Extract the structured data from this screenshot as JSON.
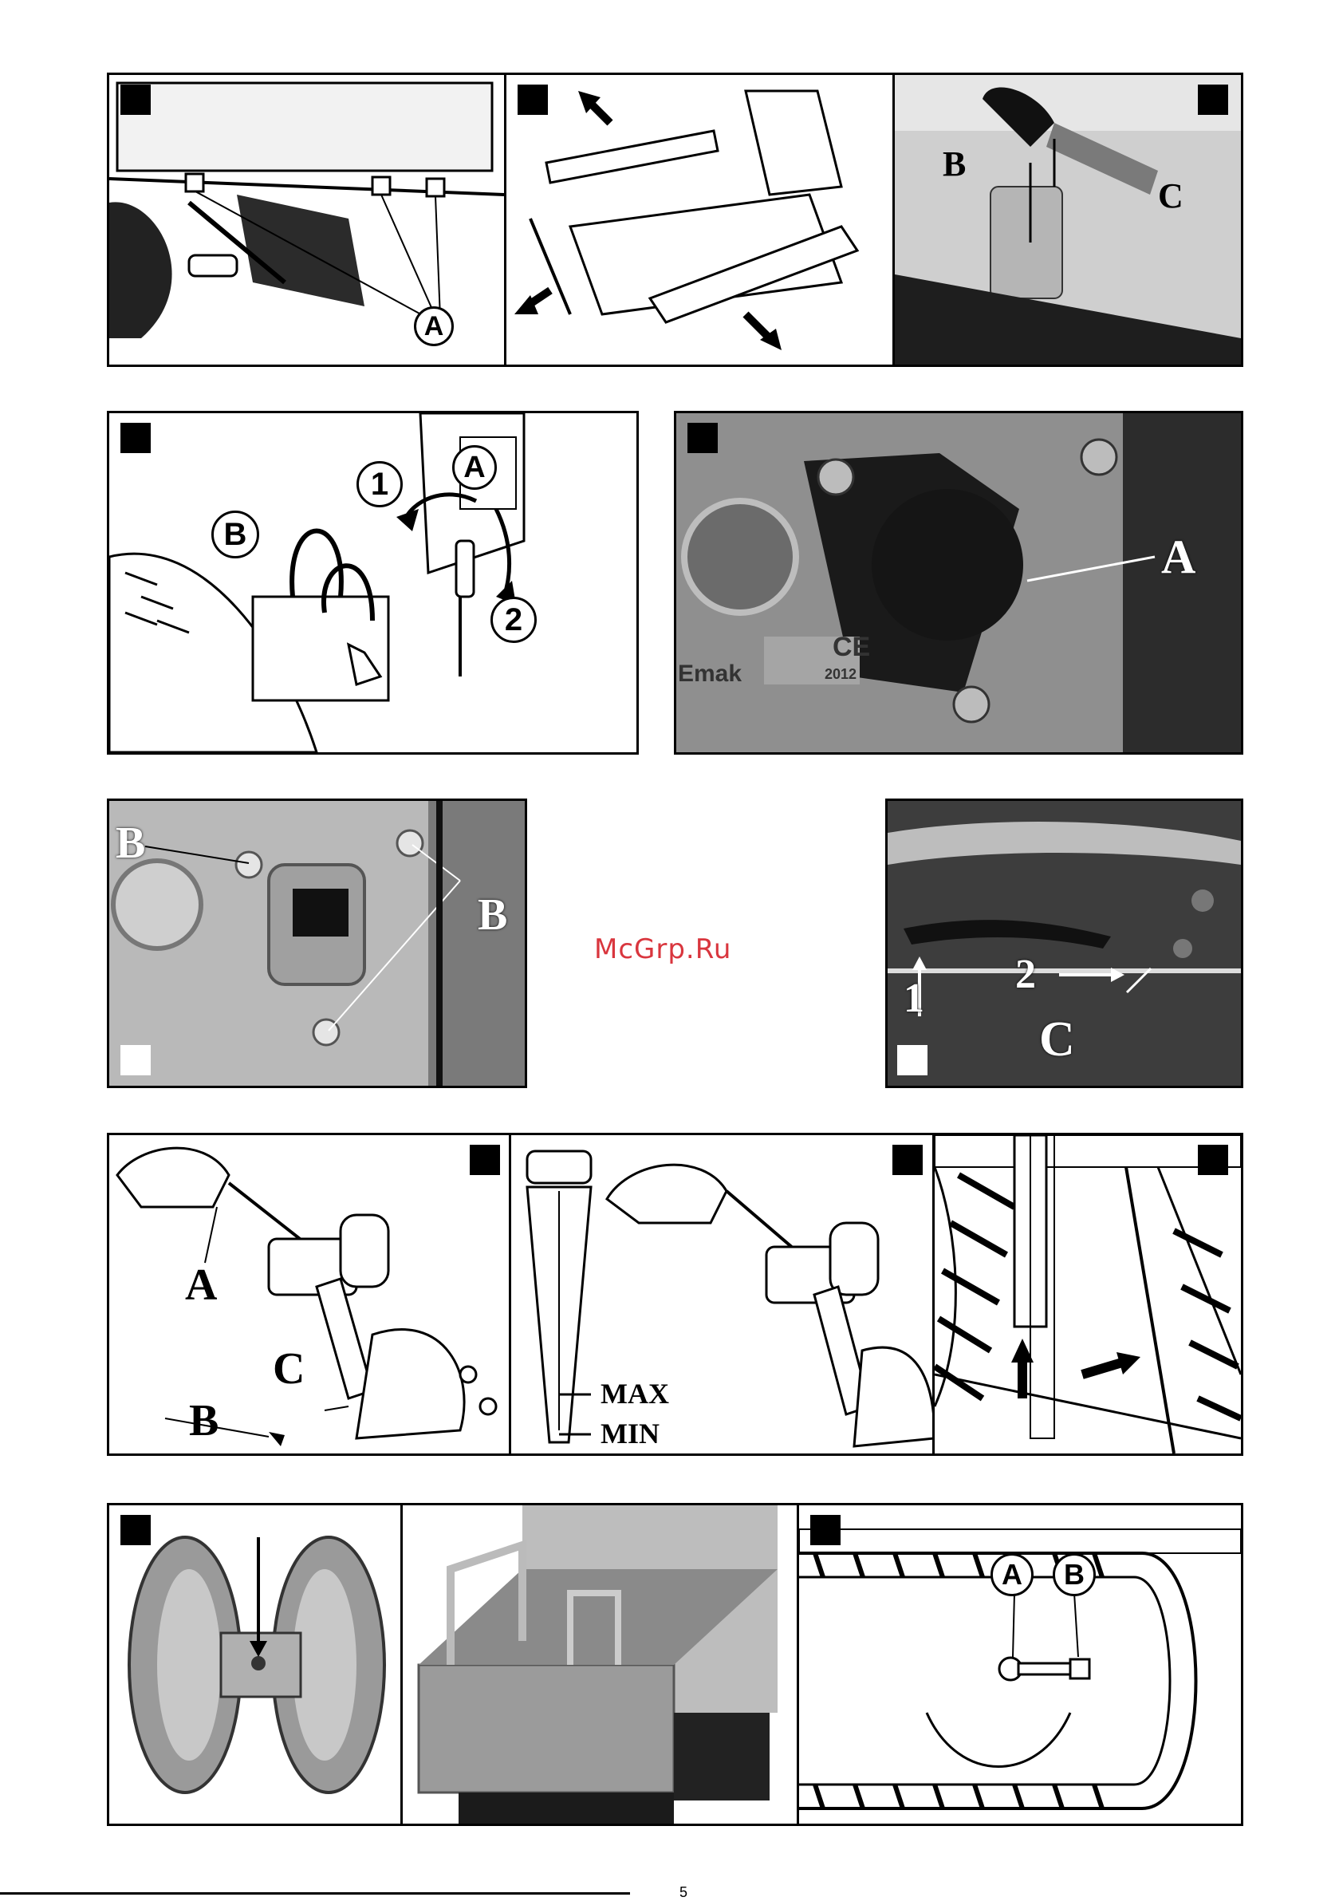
{
  "watermark": "McGrp.Ru",
  "figures": {
    "row1": {
      "p1": {
        "labels": [
          "A"
        ]
      },
      "p3": {
        "labels": [
          "B",
          "C"
        ]
      }
    },
    "row2": {
      "p1": {
        "labels": [
          "A",
          "B",
          "1",
          "2"
        ]
      },
      "p2": {
        "labels": [
          "A"
        ],
        "brand": "Emak",
        "mark": "CE",
        "year": "2012"
      }
    },
    "row3": {
      "p1": {
        "labels": [
          "B",
          "B"
        ]
      },
      "p2": {
        "labels": [
          "1",
          "2",
          "C"
        ]
      }
    },
    "row4": {
      "p1": {
        "labels": [
          "A",
          "B",
          "C"
        ]
      },
      "p2": {
        "max": "MAX",
        "min": "MIN"
      }
    },
    "row5": {
      "p3": {
        "labels": [
          "A",
          "B"
        ]
      }
    }
  },
  "page_number": "5"
}
